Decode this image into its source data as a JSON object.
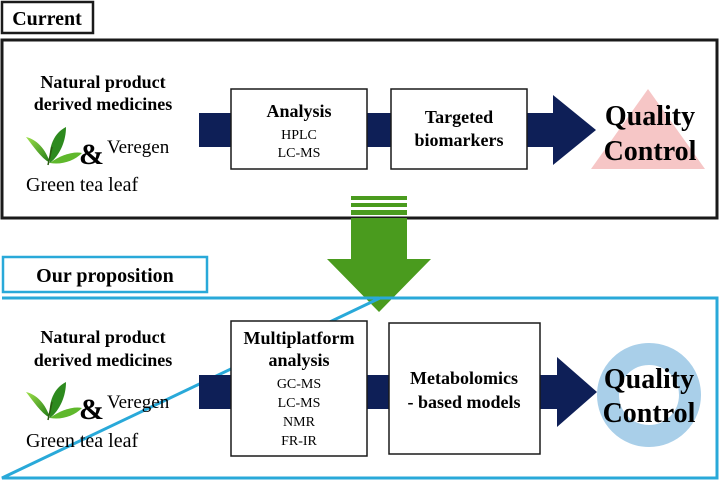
{
  "current": {
    "label": "Current",
    "source_title": "Natural product derived medicines",
    "source_title_line1": "Natural product",
    "source_title_line2": "derived medicines",
    "ampersand": "&",
    "product": "Veregen",
    "plant": "Green tea leaf",
    "analysis": {
      "title": "Analysis",
      "methods": [
        "HPLC",
        "LC-MS"
      ]
    },
    "step2": {
      "line1": "Targeted",
      "line2": "biomarkers"
    },
    "outcome": {
      "line1": "Quality",
      "line2": "Control",
      "shape": "triangle",
      "color": "#f6c6c6"
    }
  },
  "proposition": {
    "label": "Our proposition",
    "source_title_line1": "Natural product",
    "source_title_line2": "derived medicines",
    "ampersand": "&",
    "product": "Veregen",
    "plant": "Green tea leaf",
    "analysis": {
      "title_line1": "Multiplatform",
      "title_line2": "analysis",
      "methods": [
        "GC-MS",
        "LC-MS",
        "NMR",
        "FR-IR"
      ]
    },
    "step2": {
      "line1": "Metabolomics",
      "line2": "- based models"
    },
    "outcome": {
      "line1": "Quality",
      "line2": "Control",
      "shape": "circle",
      "color": "#a9cfe9"
    }
  },
  "colors": {
    "current_frame": "#1a1a1a",
    "proposition_frame": "#29a9d9",
    "flow_arrow": "#0e1f57",
    "transition_arrow": "#4a9b1e",
    "leaf_dark": "#2d8a1e",
    "leaf_light": "#8ed23a"
  },
  "icons": [
    "green-tea-leaf-icon"
  ]
}
